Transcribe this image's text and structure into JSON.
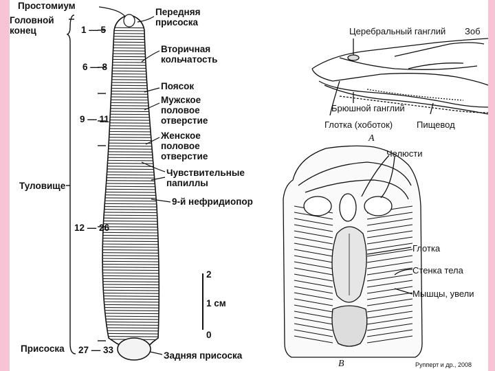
{
  "left_labels": {
    "prostomium": "Простомиум",
    "head_end": "Головной\nконец",
    "head_segments": "1 — 5",
    "seg_6_8": "6 — 8",
    "seg_9_11": "9 — 11",
    "trunk": "Туловище",
    "seg_12_26": "12 — 26",
    "sucker": "Присоска",
    "seg_27_33": "27 — 33"
  },
  "worm_labels": {
    "anterior_sucker": "Передняя\nприсоска",
    "secondary_annulation": "Вторичная\nкольчатость",
    "clitellum": "Поясок",
    "male_pore": "Мужское\nполовое\nотверстие",
    "female_pore": "Женское\nполовое\nотверстие",
    "sensory_papillae": "Чувствительные\nпапиллы",
    "nephridiopore": "9-й нефридиопор",
    "posterior_sucker": "Задняя присоска"
  },
  "scale_bar": {
    "top": "2",
    "middle": "1 см",
    "bottom": "0"
  },
  "figure_a": {
    "cerebral_ganglion": "Церебральный ганглий",
    "crop": "Зоб",
    "ventral_ganglion": "Брюшной ганглий",
    "pharynx": "Глотка (хоботок)",
    "esophagus": "Пищевод",
    "letter": "А"
  },
  "figure_b": {
    "jaws": "Челюсти",
    "pharynx": "Глотка",
    "body_wall": "Стенка тела",
    "muscles": "Мышцы, увели",
    "letter": "В"
  },
  "credit": "Рупперт и др., 2008",
  "colors": {
    "background": "#f7c4d6",
    "ink": "#111111",
    "paper": "#ffffff"
  }
}
